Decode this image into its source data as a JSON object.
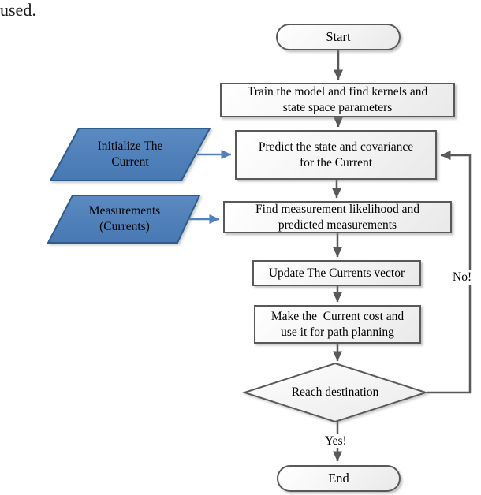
{
  "caption": "used.",
  "colors": {
    "shape_border": "#595959",
    "shape_fill_light": "#ffffff",
    "shape_fill_dark": "#e9e9e9",
    "io_fill": "#4F81BD",
    "io_fill_dark": "#4878B2",
    "io_border": "#2E5D8C",
    "arrow_gray": "#595959",
    "arrow_blue": "#4F81BD"
  },
  "nodes": {
    "start": {
      "label": "Start"
    },
    "train": {
      "lines": [
        "Train the model and find kernels and",
        "state space parameters"
      ]
    },
    "initialize": {
      "lines": [
        "Initialize The",
        "Current"
      ]
    },
    "predict": {
      "lines": [
        "Predict the state and covariance",
        "for the Current"
      ]
    },
    "measurements": {
      "lines": [
        "Measurements",
        "(Currents)"
      ]
    },
    "find": {
      "lines": [
        "Find measurement likelihood and",
        "predicted measurements"
      ]
    },
    "update": {
      "label": "Update The Currents vector"
    },
    "make": {
      "lines": [
        "Make the  Current cost and",
        "use it for path planning"
      ]
    },
    "decision": {
      "label": "Reach destination"
    },
    "end": {
      "label": "End"
    }
  },
  "edge_labels": {
    "no": "No!",
    "yes": "Yes!"
  }
}
